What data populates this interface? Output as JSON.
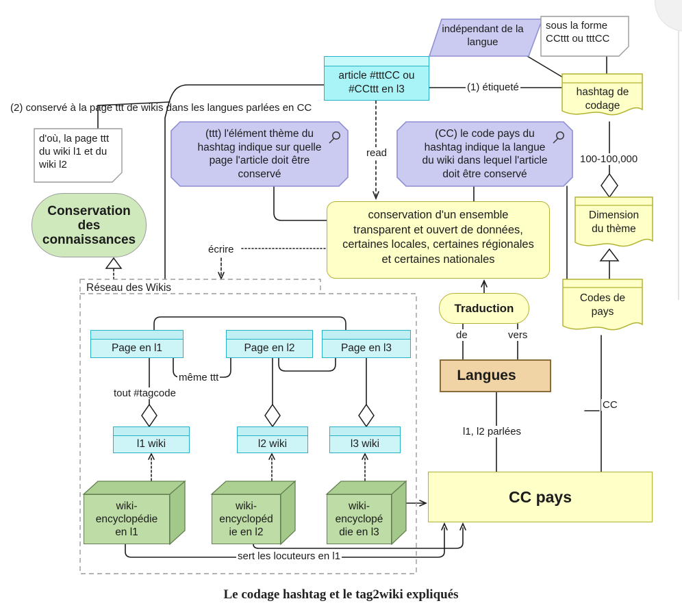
{
  "caption": "Le codage hashtag et le tag2wiki expliqués",
  "colors": {
    "cyan_fill": "#cdf5f7",
    "cyan_border": "#23b2c6",
    "purple_fill": "#cbcbf1",
    "purple_border": "#8f8fd4",
    "yellow_fill": "#ffffc8",
    "yellow_border": "#b2b232",
    "green_ellipse": "#cfe9bc",
    "cube_green": "#bedca6",
    "tan_fill": "#f0d4a6",
    "tan_border": "#8a6c3c",
    "line": "#1c1c1c"
  },
  "top": {
    "independent_lines": [
      "indépendant de la",
      "langue"
    ],
    "form_lines": [
      "sous la forme",
      "CCttt ou tttCC"
    ],
    "article_lines": [
      "article #tttCC ou",
      "#CCttt en l3"
    ],
    "etiquete": "(1) étiqueté",
    "hashtag_lines": [
      "hashtag de",
      "codage"
    ]
  },
  "left": {
    "conserve2": "(2) conservé à la page ttt de wikis dans les langues parlées en CC",
    "dou_lines": [
      "d'où, la page ttt",
      "du wiki l1 et du",
      "wiki l2"
    ],
    "goal_lines": [
      "Conservation",
      "des",
      "connaissances"
    ]
  },
  "middle": {
    "ttt_lines": [
      "(ttt) l'élément thème du",
      "hashtag indique sur quelle",
      "page l'article doit être",
      "conservé"
    ],
    "cc_lines": [
      "(CC) le code pays du",
      "hashtag indique la langue",
      "du wiki dans lequel l'article",
      "doit être conservé"
    ],
    "read": "read",
    "ecrire": "écrire",
    "conservation_lines": [
      "conservation d'un ensemble",
      "transparent et ouvert de données,",
      "certaines locales, certaines régionales",
      "et certaines nationales"
    ]
  },
  "right": {
    "multiplicity": "100-100,000",
    "dimension_lines": [
      "Dimension",
      "du thème"
    ],
    "codes_lines": [
      "Codes de",
      "pays"
    ],
    "cc": "CC"
  },
  "network": {
    "title": "Réseau des Wikis",
    "pages": [
      "Page en l1",
      "Page en l2",
      "Page en l3"
    ],
    "tout_tagcode": "tout #tagcode",
    "meme_ttt": "même ttt",
    "wikis": [
      "l1 wiki",
      "l2 wiki",
      "l3 wiki"
    ],
    "cubes": [
      [
        "wiki-",
        "encyclopédie",
        "en l1"
      ],
      [
        "wiki-",
        "encyclopéd",
        "ie en l2"
      ],
      [
        "wiki-",
        "encyclopé",
        "die en l3"
      ]
    ],
    "sert": "sert les locuteurs en l1"
  },
  "translation": {
    "traduction": "Traduction",
    "de": "de",
    "vers": "vers",
    "langues": "Langues",
    "parlees": "l1, l2 parlées"
  },
  "country": {
    "cc_pays": "CC pays"
  }
}
